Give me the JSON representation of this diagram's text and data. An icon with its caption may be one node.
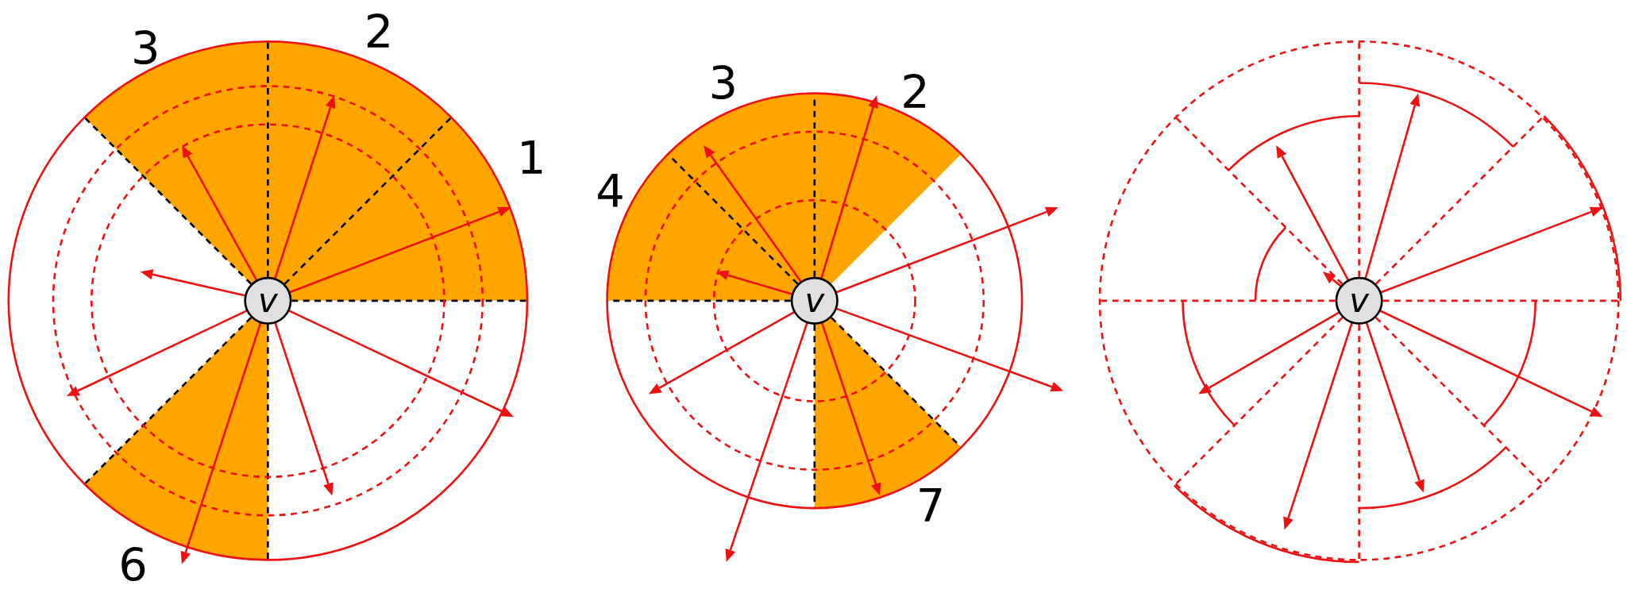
{
  "diagram": {
    "nodes": [
      {
        "text": [
          "v"
        ]
      },
      {
        "text": [
          "v"
        ]
      },
      {
        "text": [
          "v"
        ]
      }
    ],
    "edges": [
      {
        "from": 0,
        "to": null,
        "arrow": "to"
      },
      {
        "from": 0,
        "to": null,
        "arrow": "to"
      },
      {
        "from": 0,
        "to": null,
        "arrow": "to"
      },
      {
        "from": 0,
        "to": null,
        "arrow": "to"
      },
      {
        "from": 0,
        "to": null,
        "arrow": "to"
      },
      {
        "from": 0,
        "to": null,
        "arrow": "to"
      },
      {
        "from": 0,
        "to": null,
        "arrow": "to"
      },
      {
        "from": 0,
        "to": null,
        "arrow": "to"
      },
      {
        "from": 1,
        "to": null,
        "arrow": "to"
      },
      {
        "from": 1,
        "to": null,
        "arrow": "to"
      },
      {
        "from": 1,
        "to": null,
        "arrow": "to"
      },
      {
        "from": 1,
        "to": null,
        "arrow": "to"
      },
      {
        "from": 1,
        "to": null,
        "arrow": "to"
      },
      {
        "from": 1,
        "to": null,
        "arrow": "to"
      },
      {
        "from": 1,
        "to": null,
        "arrow": "to"
      },
      {
        "from": 1,
        "to": null,
        "arrow": "to"
      },
      {
        "from": 2,
        "to": null,
        "arrow": "to"
      },
      {
        "from": 2,
        "to": null,
        "arrow": "to"
      },
      {
        "from": 2,
        "to": null,
        "arrow": "to"
      },
      {
        "from": 2,
        "to": null,
        "arrow": "to"
      },
      {
        "from": 2,
        "to": null,
        "arrow": "to"
      },
      {
        "from": 2,
        "to": null,
        "arrow": "to"
      },
      {
        "from": 2,
        "to": null,
        "arrow": "to"
      },
      {
        "from": 2,
        "to": null,
        "arrow": "to"
      }
    ],
    "labels": [
      "3",
      "2",
      "1",
      "6",
      "3",
      "2",
      "4",
      "7"
    ]
  }
}
